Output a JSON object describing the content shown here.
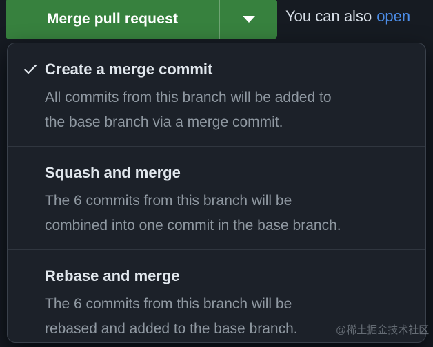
{
  "merge_button": {
    "label": "Merge pull request"
  },
  "header": {
    "text_before_link": "You can also",
    "link_label": "open"
  },
  "menu": {
    "options": [
      {
        "title": "Create a merge commit",
        "selected": true,
        "description_lines": [
          "All commits from this branch will be added to",
          "the base branch via a merge commit."
        ]
      },
      {
        "title": "Squash and merge",
        "selected": false,
        "description_lines": [
          "The 6 commits from this branch will be",
          "combined into one commit in the base branch."
        ]
      },
      {
        "title": "Rebase and merge",
        "selected": false,
        "description_lines": [
          "The 6 commits from this branch will be",
          "rebased and added to the base branch."
        ]
      }
    ]
  },
  "watermark": "@稀土掘金技术社区",
  "colors": {
    "button_green": "#37813e",
    "link_blue": "#4c8de8",
    "page_background": "#161b22",
    "menu_background": "#1c2129",
    "menu_border": "#3a414b",
    "divider": "#30363f",
    "title_text": "#e1e7ed",
    "muted_text": "#8f98a1"
  }
}
